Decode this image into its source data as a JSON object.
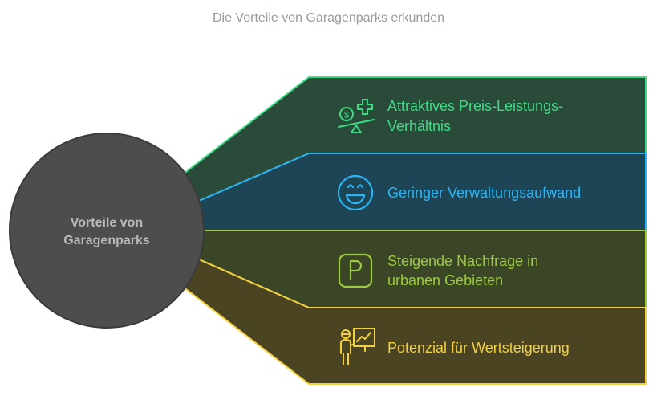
{
  "title": "Die Vorteile von Garagenparks erkunden",
  "center": {
    "line1": "Vorteile von",
    "line2": "Garagenparks"
  },
  "items": [
    {
      "line1": "Attraktives Preis-Leistungs-",
      "line2": "Verhältnis",
      "icon": "price-balance-icon",
      "color": "#3ddc84"
    },
    {
      "line1": "Geringer Verwaltungsaufwand",
      "line2": "",
      "icon": "smiley-face-icon",
      "color": "#29b6f6"
    },
    {
      "line1": "Steigende Nachfrage in",
      "line2": "urbanen Gebieten",
      "icon": "parking-sign-icon",
      "color": "#9ccc3c"
    },
    {
      "line1": "Potenzial für Wertsteigerung",
      "line2": "",
      "icon": "presentation-growth-icon",
      "color": "#f4d03f"
    }
  ]
}
